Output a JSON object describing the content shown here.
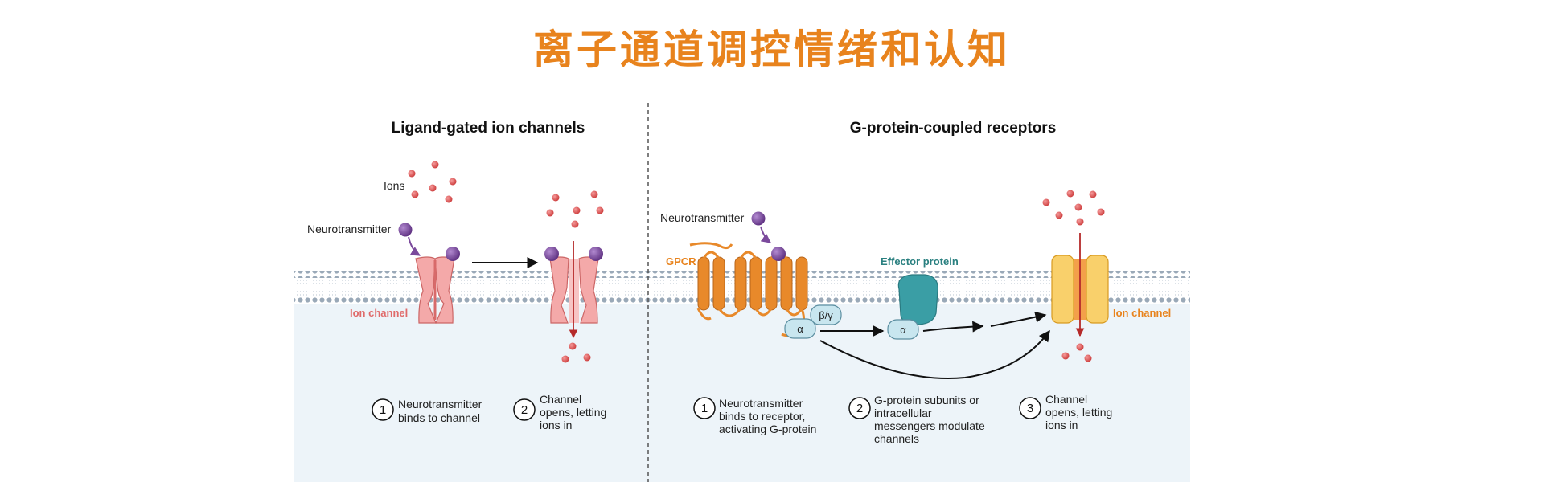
{
  "title": "离子通道调控情绪和认知",
  "left": {
    "heading": "Ligand-gated ion channels",
    "ions_label": "Ions",
    "neurotransmitter_label": "Neurotransmitter",
    "channel_label": "Ion channel",
    "steps": [
      {
        "number": "1",
        "lines": [
          "Neurotransmitter",
          "binds to channel"
        ]
      },
      {
        "number": "2",
        "lines": [
          "Channel",
          "opens, letting",
          "ions in"
        ]
      }
    ]
  },
  "right": {
    "heading": "G-protein-coupled receptors",
    "neurotransmitter_label": "Neurotransmitter",
    "gpcr_label": "GPCR",
    "effector_label": "Effector protein",
    "channel_label": "Ion channel",
    "alpha_label": "α",
    "beta_gamma_label": "β/γ",
    "steps": [
      {
        "number": "1",
        "lines": [
          "Neurotransmitter",
          "binds to receptor,",
          "activating G-protein"
        ]
      },
      {
        "number": "2",
        "lines": [
          "G-protein subunits or",
          "intracellular",
          "messengers modulate",
          "channels"
        ]
      },
      {
        "number": "3",
        "lines": [
          "Channel",
          "opens, letting",
          "ions in"
        ]
      }
    ]
  },
  "colors": {
    "title": "#e8831d",
    "cytoplasm": "#edf4f9",
    "membrane_head": "#9aa9b8",
    "ion": "#e05353",
    "neurotransmitter": "#7b4a9c",
    "ligand_channel": "#f2a0a0",
    "gpcr": "#e8892a",
    "g_alpha": "#c8e6ef",
    "effector": "#3a9ea5",
    "gpcr_channel": "#f9d06b",
    "channel_label_left": "#e06a6a",
    "channel_label_right": "#e8831d",
    "effector_label": "#2a8080"
  }
}
